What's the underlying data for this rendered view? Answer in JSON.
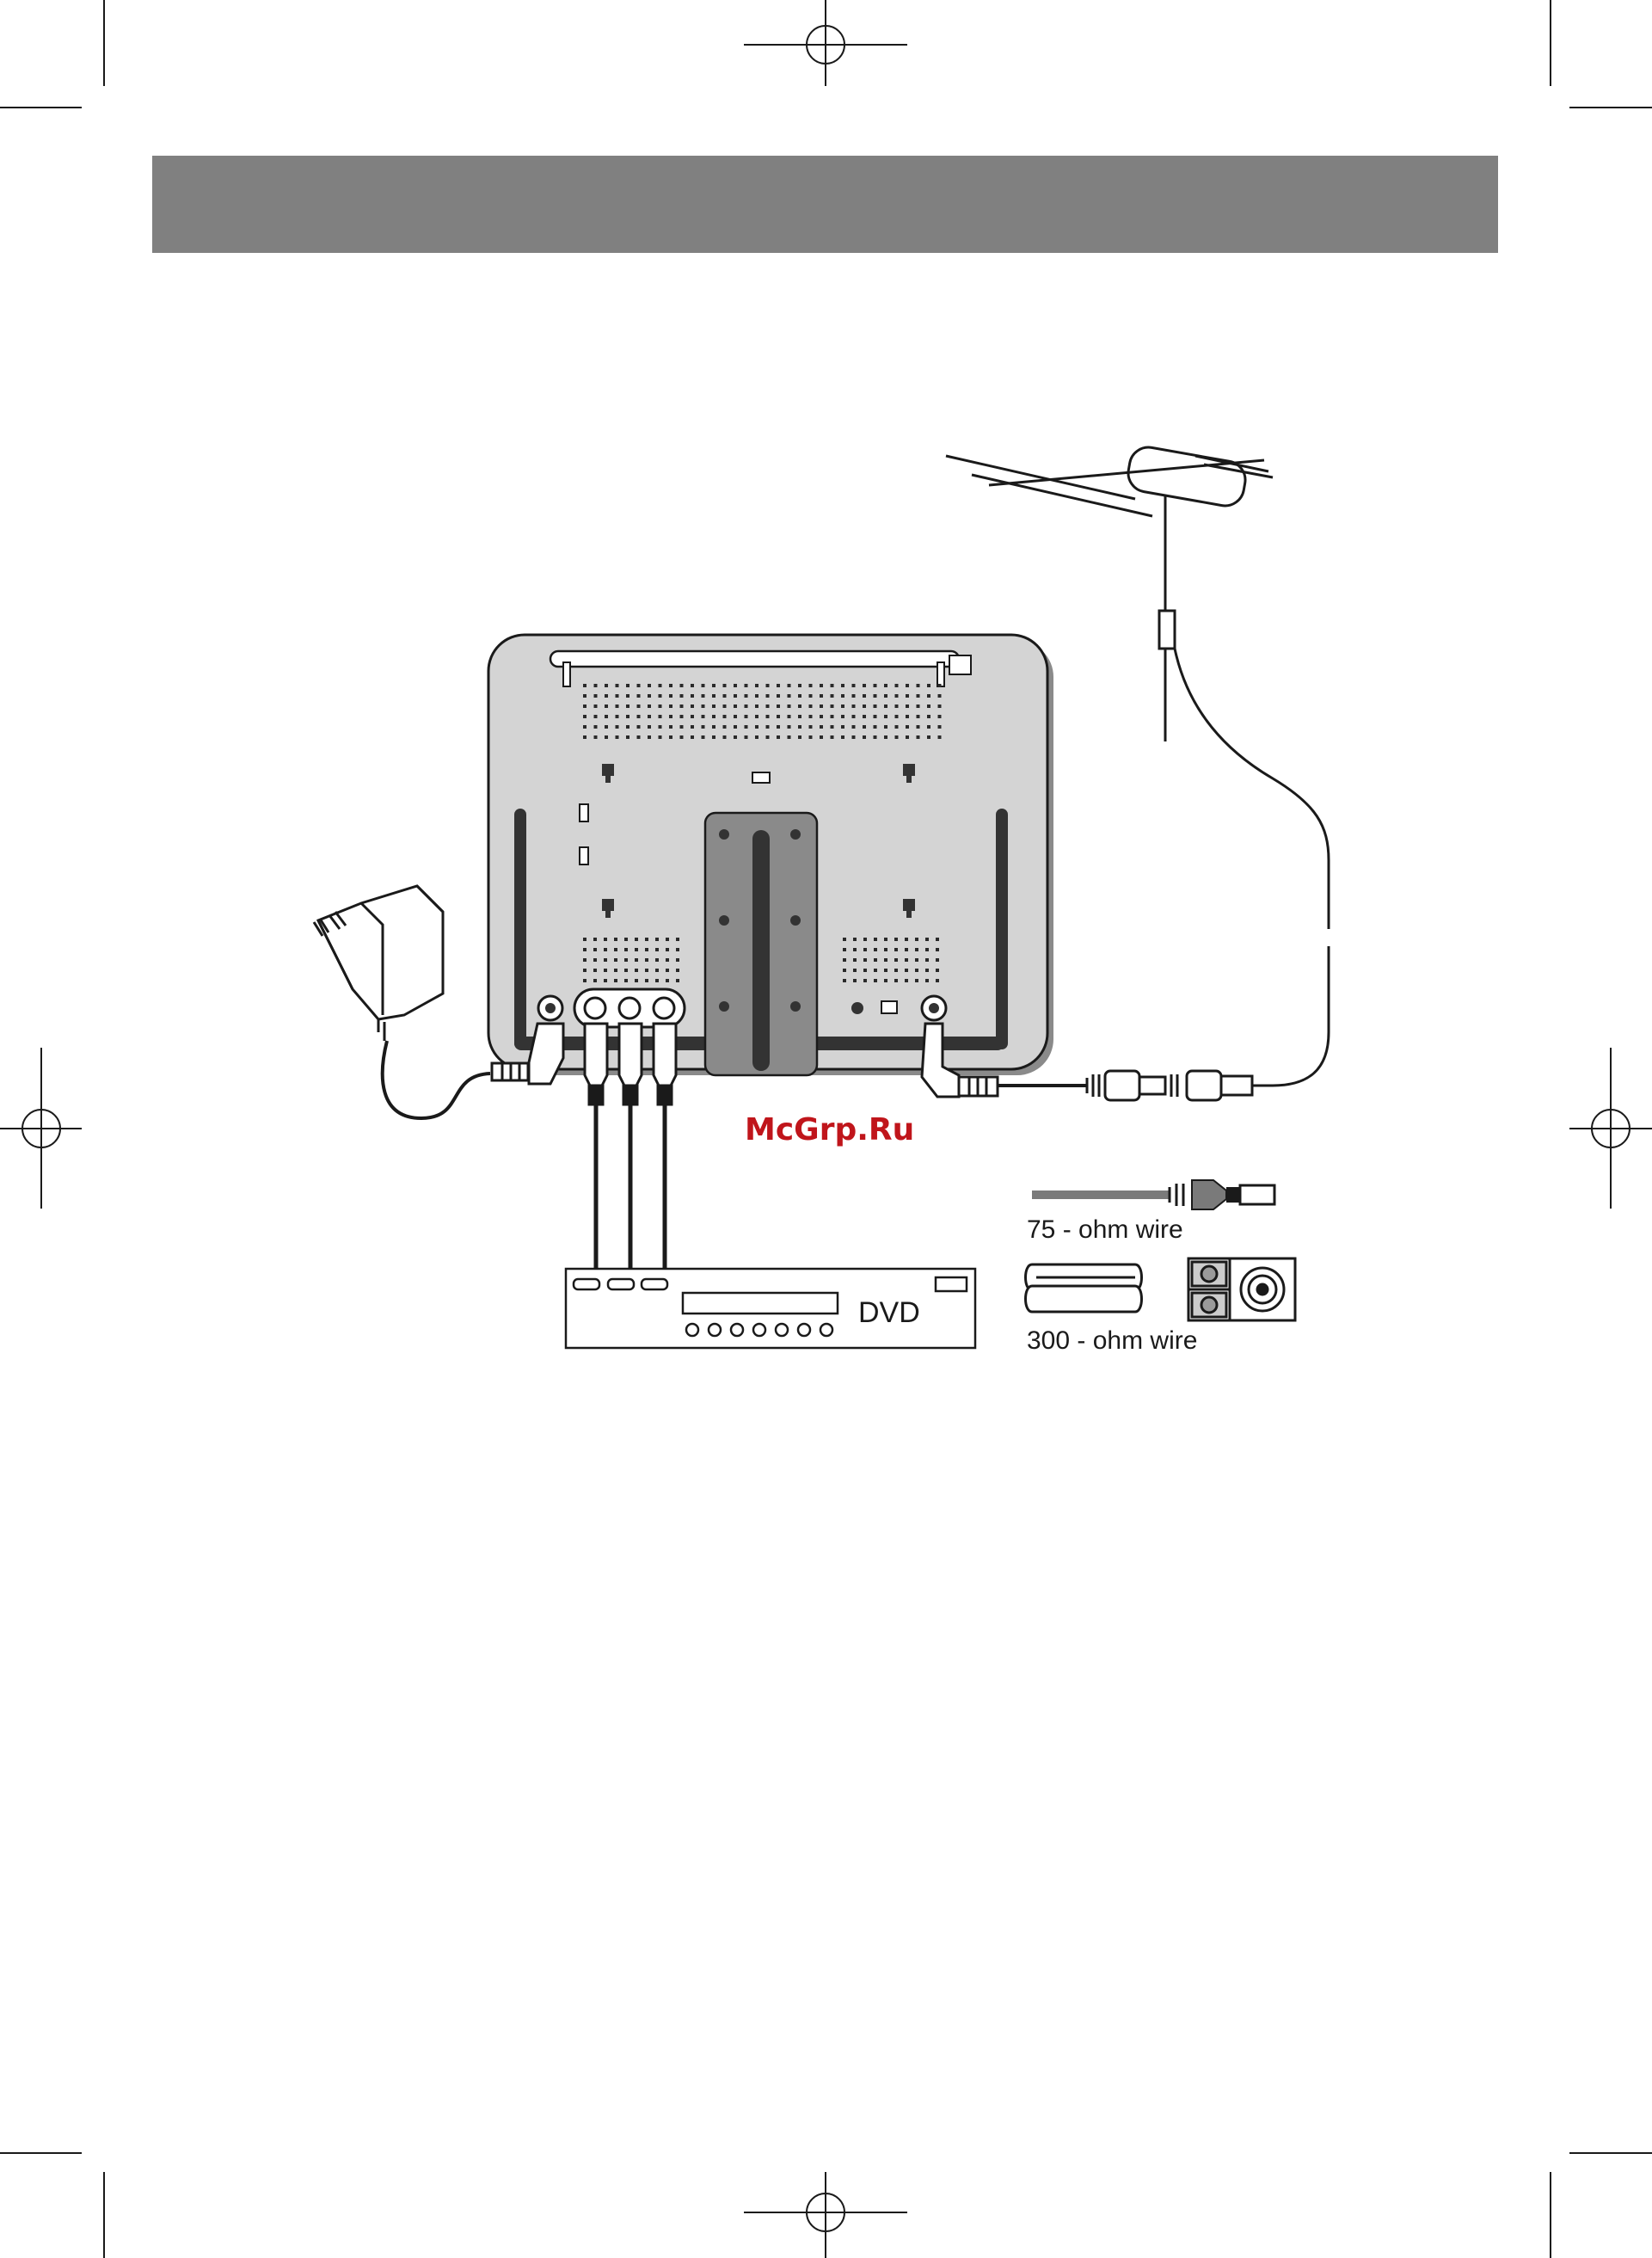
{
  "header_bar": {
    "color": "#808080"
  },
  "labels": {
    "wire_75": "75 - ohm wire",
    "wire_300": "300 - ohm wire",
    "dvd": "DVD"
  },
  "watermark": {
    "text": "McGrp.Ru",
    "color": "#c0151b"
  },
  "colors": {
    "ink": "#1a1a1a",
    "tv_body": "#d4d4d4",
    "tv_shadow": "#8a8a8a",
    "cable_gray": "#7a7a7a"
  },
  "icons": [
    "crop-mark-icon",
    "antenna-icon",
    "power-adapter-icon",
    "tv-back-panel-icon",
    "dvd-player-icon",
    "coax-plug-icon",
    "balun-adapter-icon"
  ]
}
